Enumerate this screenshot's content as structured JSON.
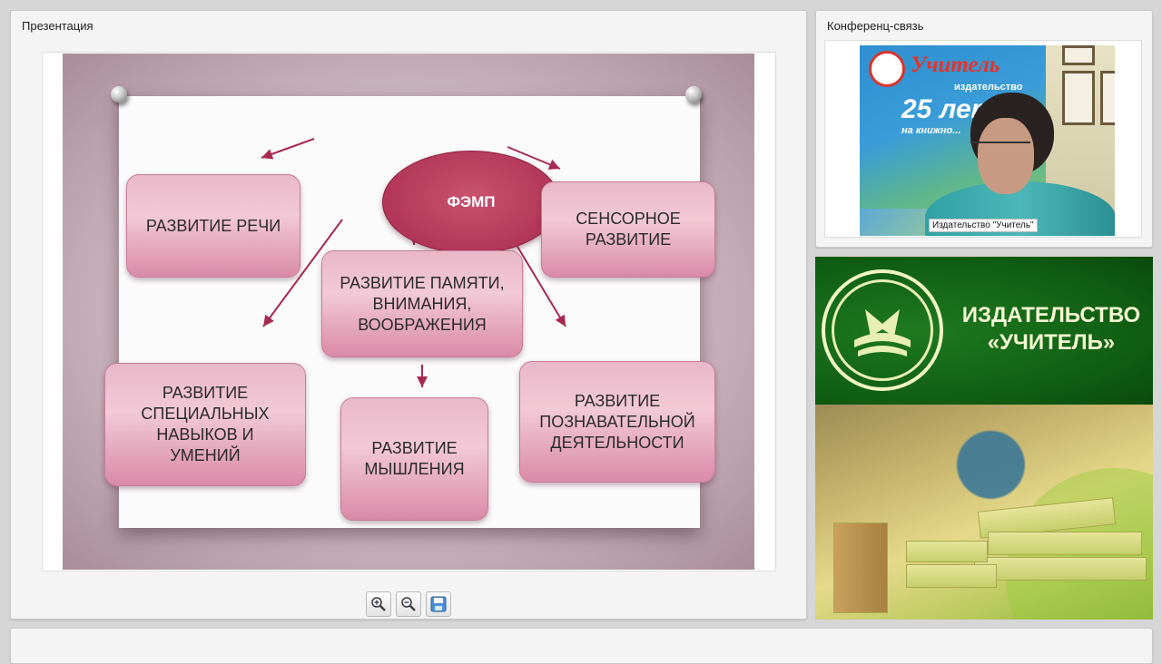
{
  "presentation_panel": {
    "title": "Презентация",
    "slide": {
      "center": "ФЭМП",
      "boxes": [
        {
          "id": "speech",
          "text": "РАЗВИТИЕ РЕЧИ"
        },
        {
          "id": "sensory",
          "text": "СЕНСОРНОЕ\nРАЗВИТИЕ"
        },
        {
          "id": "memory",
          "text": "РАЗВИТИЕ ПАМЯТИ,\nВНИМАНИЯ,\nВООБРАЖЕНИЯ"
        },
        {
          "id": "skills",
          "text": "РАЗВИТИЕ\nСПЕЦИАЛЬНЫХ\nНАВЫКОВ И\nУМЕНИЙ"
        },
        {
          "id": "thinking",
          "text": "РАЗВИТИЕ\nМЫШЛЕНИЯ"
        },
        {
          "id": "cognitive",
          "text": "РАЗВИТИЕ\nПОЗНАВАТЕЛЬНОЙ\nДЕЯТЕЛЬНОСТИ"
        }
      ]
    },
    "toolbar": {
      "zoom_in_icon": "zoom-in-icon",
      "zoom_out_icon": "zoom-out-icon",
      "save_icon": "save-icon"
    }
  },
  "conference_panel": {
    "title": "Конференц-связь",
    "video": {
      "participant_label": "Издательство \"Учитель\"",
      "backdrop_title": "Учитель",
      "backdrop_sub": "издательство",
      "backdrop_years": "25 лет",
      "backdrop_line": "на книжно..."
    }
  },
  "publisher_banner": {
    "line1": "ИЗДАТЕЛЬСТВО",
    "line2": "«УЧИТЕЛЬ»"
  },
  "colors": {
    "oval": "#a8294f",
    "box_fill": "#f2c9d6",
    "arrow": "#a8294f",
    "banner_green": "#0f5c12"
  }
}
